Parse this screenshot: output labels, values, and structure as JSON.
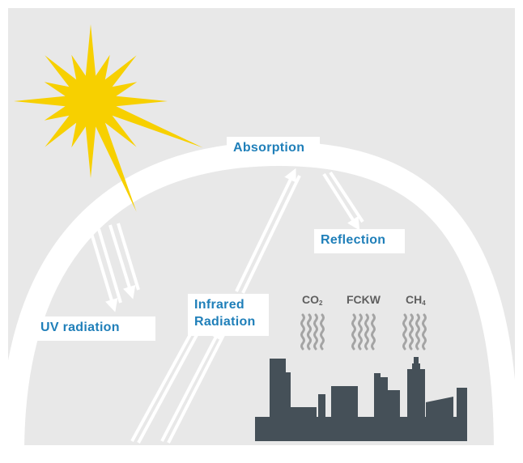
{
  "labels": {
    "absorption": "Absorption",
    "reflection": "Reflection",
    "uv_radiation": "UV radiation",
    "infrared_line1": "Infrared",
    "infrared_line2": "Radiation"
  },
  "gases": {
    "co2": {
      "base": "CO",
      "sub": "2"
    },
    "fckw": {
      "base": "FCKW"
    },
    "ch4": {
      "base": "CH",
      "sub": "4"
    }
  },
  "colors": {
    "background": "#e8e8e8",
    "arc": "#ffffff",
    "label_text": "#1f7fb9",
    "sun": "#f7d000",
    "factory": "#455058",
    "gas_wave": "#a4a4a4",
    "gas_text": "#5f5f5f"
  },
  "icons": [
    "sun-icon",
    "factory-icon",
    "gas-wave-icon"
  ]
}
